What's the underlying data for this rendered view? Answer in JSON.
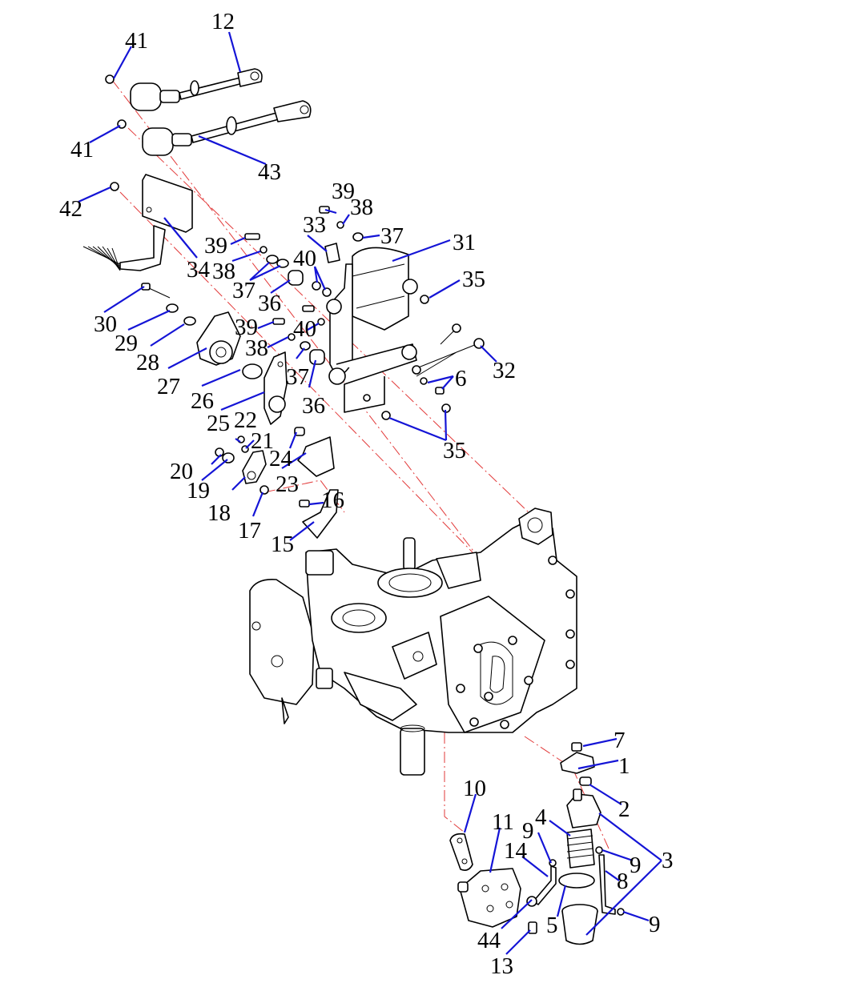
{
  "colors": {
    "leader": "#1414d6",
    "centerline": "#e23a3a",
    "line": "#000000",
    "background": "#ffffff"
  },
  "callouts": {
    "n1": "1",
    "n2": "2",
    "n3": "3",
    "n4": "4",
    "n5": "5",
    "n6": "6",
    "n7": "7",
    "n8": "8",
    "n9a": "9",
    "n9b": "9",
    "n9c": "9",
    "n10": "10",
    "n11": "11",
    "n12": "12",
    "n13": "13",
    "n14": "14",
    "n15": "15",
    "n16": "16",
    "n17": "17",
    "n18": "18",
    "n19": "19",
    "n20": "20",
    "n21": "21",
    "n22": "22",
    "n23": "23",
    "n24": "24",
    "n25": "25",
    "n26": "26",
    "n27": "27",
    "n28": "28",
    "n29": "29",
    "n30": "30",
    "n31": "31",
    "n32": "32",
    "n34": "34",
    "n33": "33",
    "n35a": "35",
    "n35b": "35",
    "n36a": "36",
    "n36b": "36",
    "n37a": "37",
    "n37b": "37",
    "n37c": "37",
    "n38a": "38",
    "n38b": "38",
    "n38c": "38",
    "n39a": "39",
    "n39b": "39",
    "n39c": "39",
    "n40a": "40",
    "n40b": "40",
    "n41a": "41",
    "n41b": "41",
    "n42": "42",
    "n43": "43",
    "n44": "44"
  }
}
